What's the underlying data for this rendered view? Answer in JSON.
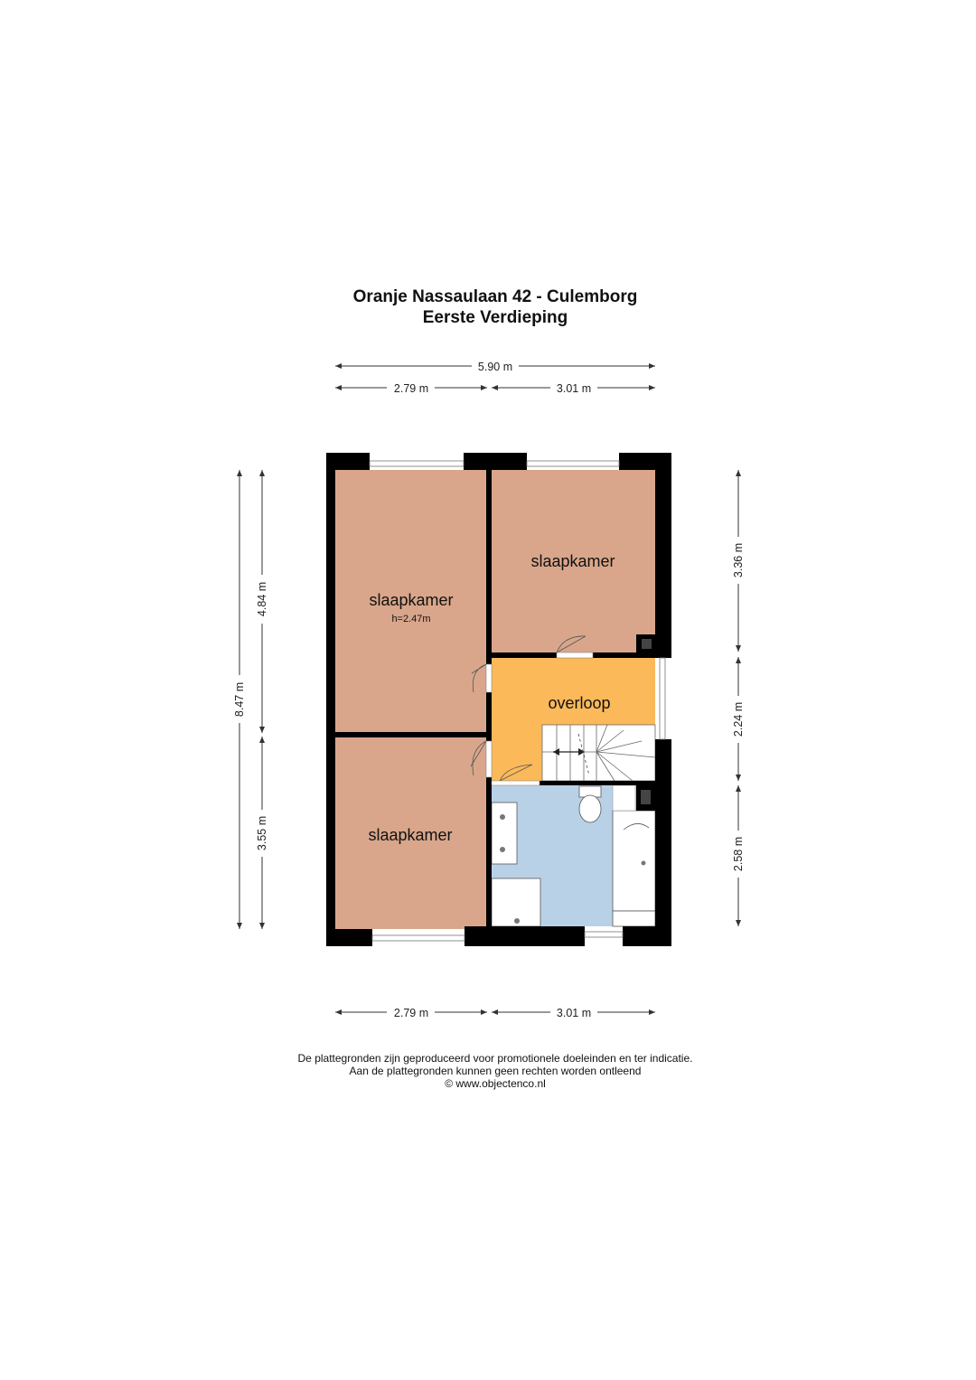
{
  "header": {
    "title": "Oranje Nassaulaan 42 - Culemborg",
    "subtitle": "Eerste Verdieping"
  },
  "dimensions": {
    "top_total": "5.90 m",
    "top_left": "2.79 m",
    "top_right": "3.01 m",
    "left_total": "8.47 m",
    "left_upper": "4.84 m",
    "left_lower": "3.55 m",
    "right_upper": "3.36 m",
    "right_middle": "2.24 m",
    "right_lower": "2.58 m",
    "bottom_left": "2.79 m",
    "bottom_right": "3.01 m"
  },
  "rooms": {
    "bedroom_large": {
      "label": "slaapkamer",
      "height_note": "h=2.47m",
      "color": "#d9a68b"
    },
    "bedroom_upper_right": {
      "label": "slaapkamer",
      "color": "#d9a68b"
    },
    "bedroom_lower_left": {
      "label": "slaapkamer",
      "color": "#d9a68b"
    },
    "landing": {
      "label": "overloop",
      "color": "#fbb95a"
    },
    "bathroom": {
      "color": "#b9d1e7"
    }
  },
  "footer": {
    "line1": "De plattegronden zijn geproduceerd voor promotionele doeleinden en ter indicatie.",
    "line2": "Aan de plattegronden kunnen geen rechten worden ontleend",
    "line3": "© www.objectenco.nl"
  }
}
